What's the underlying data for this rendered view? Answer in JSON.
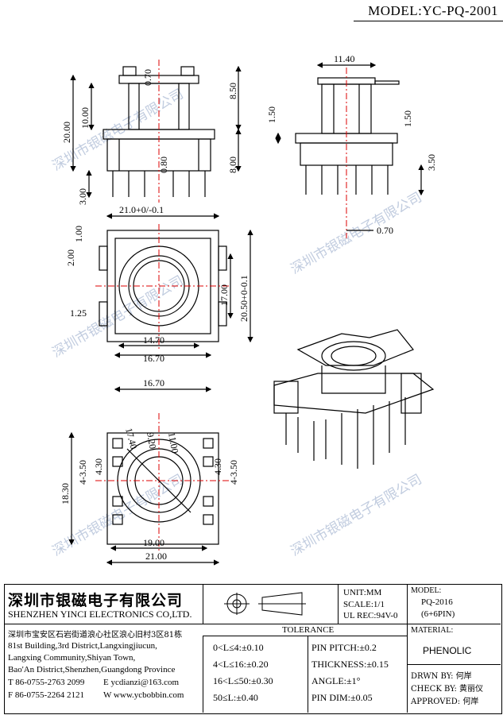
{
  "header": {
    "model": "MODEL:YC-PQ-2001"
  },
  "watermark": "深圳市银磁电子有限公司",
  "views": {
    "front": {
      "dims": [
        "8.50",
        "0.70",
        "20.00",
        "10.00",
        "0.80",
        "8.00",
        "3.00"
      ]
    },
    "side": {
      "dims": [
        "11.40",
        "1.50",
        "1.50",
        "3.50",
        "0.70"
      ]
    },
    "top": {
      "dims": [
        "21.0+0/-0.1",
        "1.00",
        "2.00",
        "1.25",
        "17.00",
        "20.50+0-0.1",
        "14.70",
        "16.70"
      ]
    },
    "bottom": {
      "dims": [
        "16.70",
        "17.40",
        "9.20",
        "11.00",
        "4-3.50",
        "4.30",
        "4.30",
        "4-3.50",
        "18.30",
        "19.00",
        "21.00"
      ]
    }
  },
  "title_block": {
    "company_cn": "深圳市银磁电子有限公司",
    "company_en": "SHENZHEN YINCI ELECTRONICS CO,LTD.",
    "unit": "UNIT:MM",
    "scale": "SCALE:1/1",
    "ul_rec": "UL REC:94V-0",
    "model_label": "MODEL:",
    "model_value": "PQ-2016",
    "model_pins": "(6+6PIN)",
    "material_label": "MATERIAL:",
    "material_value": "PHENOLIC",
    "tolerance_label": "TOLERANCE",
    "address_lines": [
      "深圳市宝安区石岩街道浪心社区浪心旧村3区81栋",
      "81st Building,3rd District,Langxingjiucun,",
      "Langxing Community,Shiyan Town,",
      "Bao'An District,Shenzhen,Guangdong Province"
    ],
    "tel": "T 86-0755-2763 2099",
    "email": "E ycdianzi@163.com",
    "fax": "F 86-0755-2264 2121",
    "web": "W www.ycbobbin.com",
    "tol_left": [
      "0<L≤4:±0.10",
      "4<L≤16:±0.20",
      "16<L≤50:±0.30",
      "50≤L:±0.40"
    ],
    "tol_right": [
      "PIN PITCH:±0.2",
      "THICKNESS:±0.15",
      "ANGLE:±1°",
      "PIN DIM:±0.05"
    ],
    "drawn": "DRWN BY: 何岸",
    "checked": "CHECK BY: 黄丽仪",
    "approved": "APPROVED: 何岸"
  }
}
